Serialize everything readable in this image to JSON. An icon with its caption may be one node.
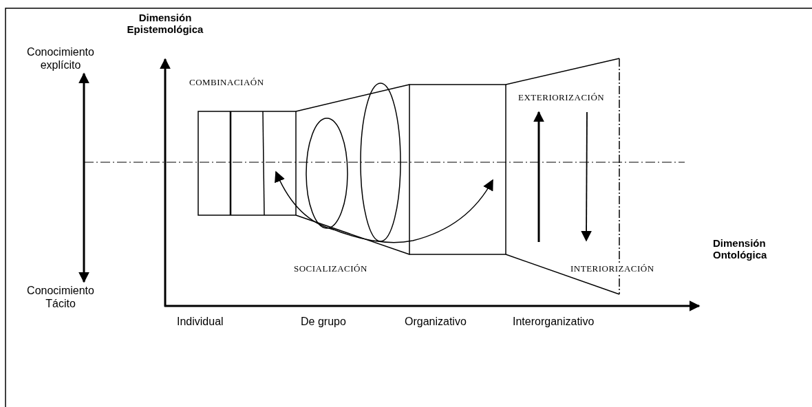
{
  "diagram": {
    "nodes": [
      {
        "text": [
          "Conocimiento explícito"
        ]
      },
      {
        "text": [
          "Conocimiento Tácito"
        ]
      }
    ],
    "edges": [
      {
        "from": 0,
        "to": 1,
        "arrow": "both"
      }
    ],
    "labels": [
      "Dimensión Epistemológica",
      "COMBINACIAÓN",
      "EXTERIORIZACIÓN",
      "Dimensión Ontológica",
      "SOCIALIZACIÓN",
      "INTERIORIZACIÓN",
      "Individual",
      "De grupo",
      "Organizativo",
      "Interorganizativo"
    ]
  }
}
